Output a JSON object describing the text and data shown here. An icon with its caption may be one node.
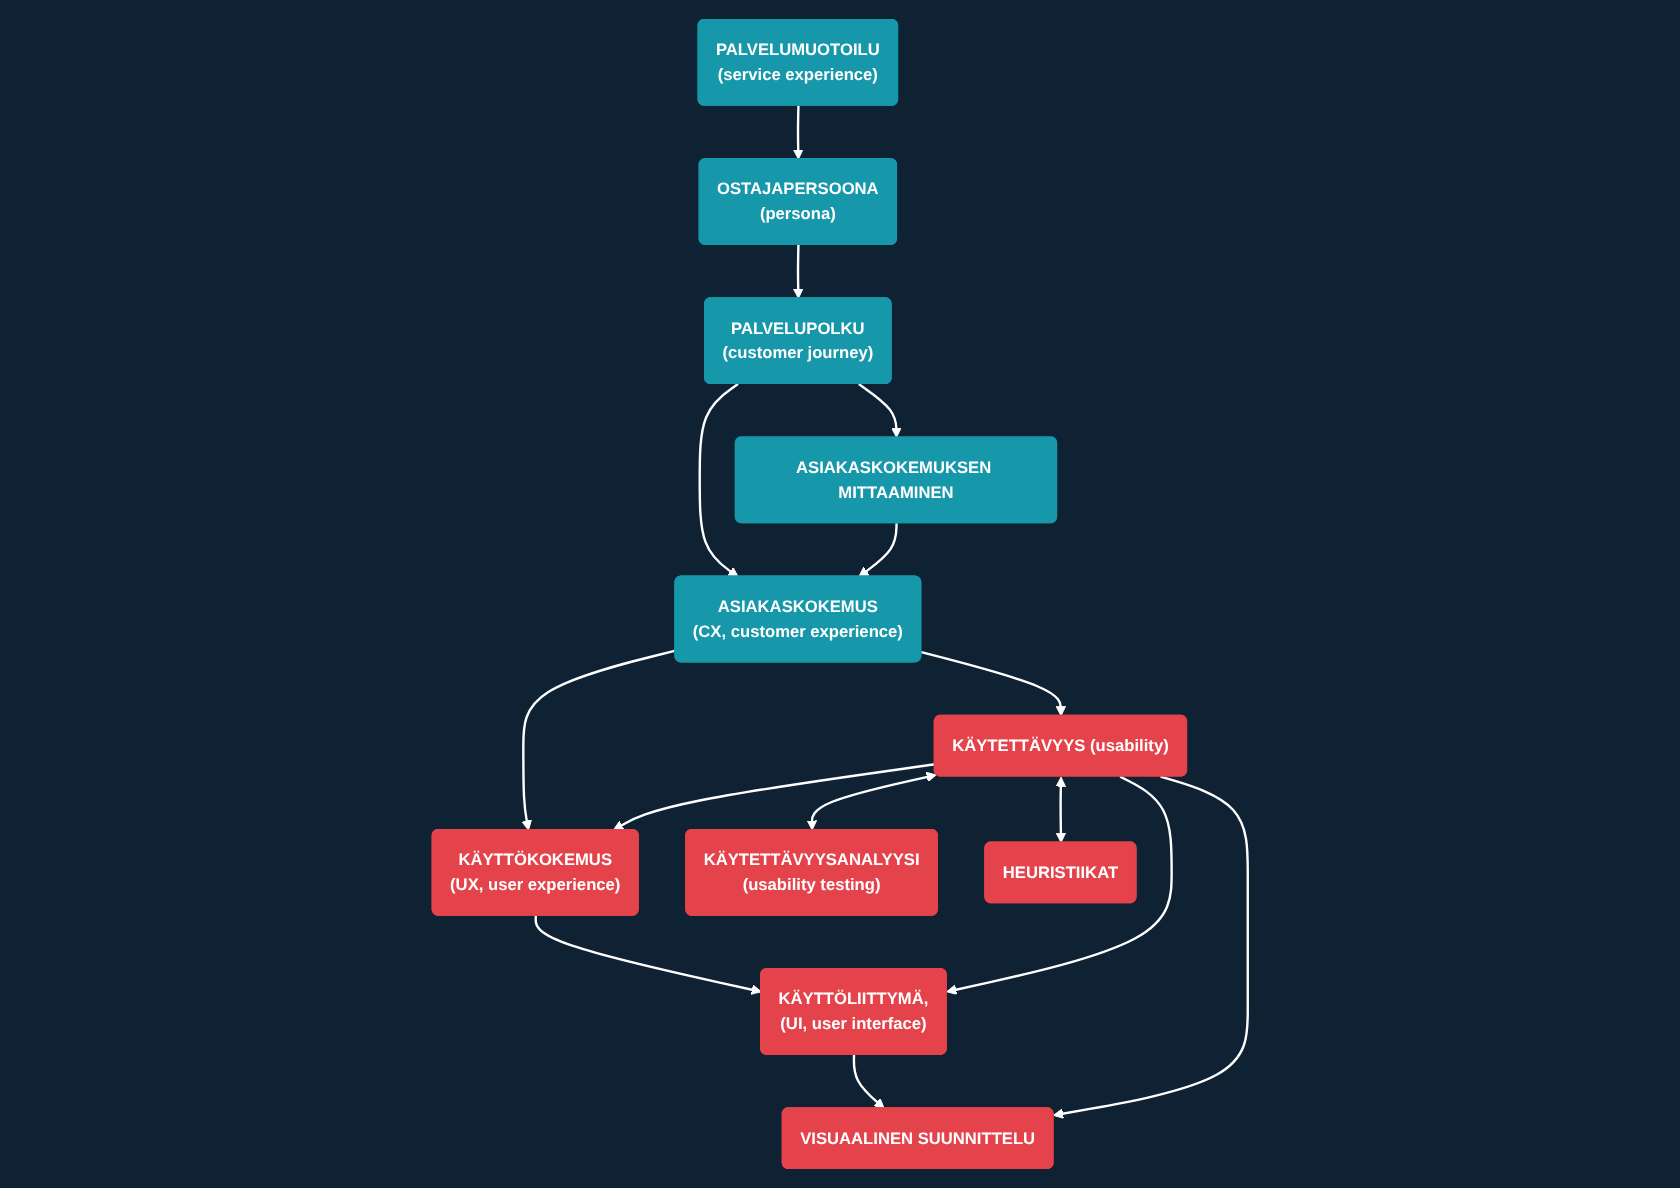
{
  "diagram": {
    "nodes": [
      {
        "text": [
          "PALVELUMUOTOILU",
          "(service experience)"
        ]
      },
      {
        "text": [
          "OSTAJAPERSOONA",
          "(persona)"
        ]
      },
      {
        "text": [
          "PALVELUPOLKU",
          "(customer journey)"
        ]
      },
      {
        "text": [
          "ASIAKASKOKEMUKSEN MITTAAMINEN"
        ]
      },
      {
        "text": [
          "ASIAKASKOKEMUS",
          "(CX, customer experience)"
        ]
      },
      {
        "text": [
          "KÄYTTÖKOKEMUS",
          "(UX, user experience)"
        ]
      },
      {
        "text": [
          "KÄYTETTÄVYYS (usability)"
        ]
      },
      {
        "text": [
          "KÄYTTÖLIITTYMÄ,",
          "(UI, user interface)"
        ]
      },
      {
        "text": [
          "KÄYTETTÄVYYSANALYYSI",
          "(usability testing)"
        ]
      },
      {
        "text": [
          "HEURISTIIKAT"
        ]
      },
      {
        "text": [
          "VISUAALINEN SUUNNITTELU"
        ]
      }
    ],
    "edges": [
      {
        "from": 0,
        "to": 1,
        "arrow": "to"
      },
      {
        "from": 1,
        "to": 2,
        "arrow": "to"
      },
      {
        "from": 2,
        "to": 3,
        "arrow": "to"
      },
      {
        "from": 2,
        "to": 4,
        "arrow": "to"
      },
      {
        "from": 3,
        "to": 4,
        "arrow": "to"
      },
      {
        "from": 4,
        "to": 5,
        "arrow": "to"
      },
      {
        "from": 4,
        "to": 6,
        "arrow": "to"
      },
      {
        "from": 6,
        "to": 5,
        "arrow": "to"
      },
      {
        "from": 5,
        "to": 7,
        "arrow": "to"
      },
      {
        "from": 6,
        "to": 7,
        "arrow": "to"
      },
      {
        "from": 7,
        "to": 10,
        "arrow": "to"
      },
      {
        "from": 6,
        "to": 10,
        "arrow": "to"
      },
      {
        "from": 6,
        "to": 8,
        "arrow": "both"
      },
      {
        "from": 6,
        "to": 9,
        "arrow": "both"
      }
    ]
  }
}
